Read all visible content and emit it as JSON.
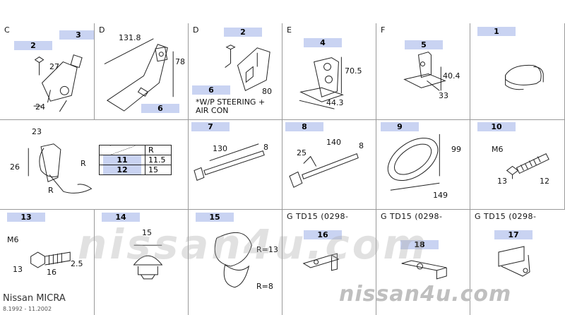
{
  "watermark": "nissan4u.com",
  "watermark_big": "nissan4u.com",
  "footer": {
    "model": "Nissan MICRA",
    "dates": "8.1992 - 11.2002"
  },
  "cells": [
    {
      "group": "C",
      "parts": [
        "3",
        "2"
      ],
      "dims": [
        "27",
        "24"
      ]
    },
    {
      "group": "D",
      "parts": [
        "6"
      ],
      "dims": [
        "131.8",
        "78"
      ]
    },
    {
      "group": "D",
      "parts": [
        "2",
        "6"
      ],
      "dims": [
        "80"
      ],
      "note": "*W/P STEERING + AIR CON"
    },
    {
      "group": "E",
      "parts": [
        "4"
      ],
      "dims": [
        "70.5",
        "44.3"
      ]
    },
    {
      "group": "F",
      "parts": [
        "5"
      ],
      "dims": [
        "40.4",
        "33"
      ]
    },
    {
      "group": "",
      "parts": [
        "1"
      ],
      "dims": []
    },
    {
      "group": "",
      "parts": [],
      "dims": [
        "23",
        "26"
      ],
      "labels": [
        "R",
        "R"
      ]
    },
    {
      "group": "",
      "parts": [
        "7"
      ],
      "dims": [
        "130",
        "8"
      ]
    },
    {
      "group": "",
      "parts": [
        "8"
      ],
      "dims": [
        "140",
        "25",
        "8"
      ]
    },
    {
      "group": "",
      "parts": [
        "9"
      ],
      "dims": [
        "99",
        "149"
      ]
    },
    {
      "group": "",
      "parts": [
        "10"
      ],
      "dims": [
        "13",
        "12"
      ],
      "labels": [
        "M6"
      ]
    },
    {
      "group": "",
      "parts": [
        "13"
      ],
      "dims": [
        "13",
        "16",
        "2.5"
      ],
      "labels": [
        "M6"
      ]
    },
    {
      "group": "",
      "parts": [
        "14"
      ],
      "dims": [
        "15"
      ]
    },
    {
      "group": "",
      "parts": [
        "15"
      ],
      "dims": [],
      "labels": [
        "R=13",
        "R=8"
      ]
    },
    {
      "group": "",
      "parts": [
        "16"
      ],
      "dims": [],
      "note": "G TD15 (0298-"
    },
    {
      "group": "",
      "parts": [
        "18"
      ],
      "dims": [],
      "note": "G TD15 (0298-"
    },
    {
      "group": "",
      "parts": [
        "17"
      ],
      "dims": [],
      "note": "G TD15 (0298-"
    }
  ],
  "r_table": {
    "header": [
      "",
      "R"
    ],
    "rows": [
      [
        "11",
        "11.5"
      ],
      [
        "12",
        "15"
      ]
    ]
  }
}
